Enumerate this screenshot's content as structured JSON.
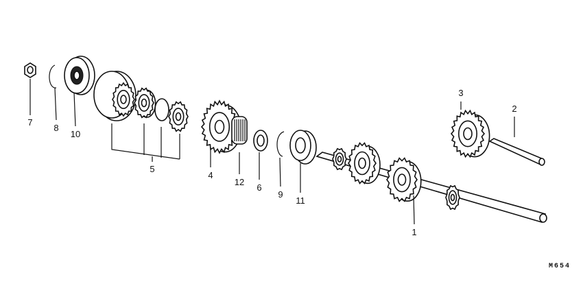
{
  "diagram": {
    "diagram_code": "M654",
    "callouts": [
      {
        "id": "7"
      },
      {
        "id": "8"
      },
      {
        "id": "10"
      },
      {
        "id": "5"
      },
      {
        "id": "4"
      },
      {
        "id": "12"
      },
      {
        "id": "6"
      },
      {
        "id": "9"
      },
      {
        "id": "11"
      },
      {
        "id": "1"
      },
      {
        "id": "3"
      },
      {
        "id": "2"
      }
    ]
  }
}
